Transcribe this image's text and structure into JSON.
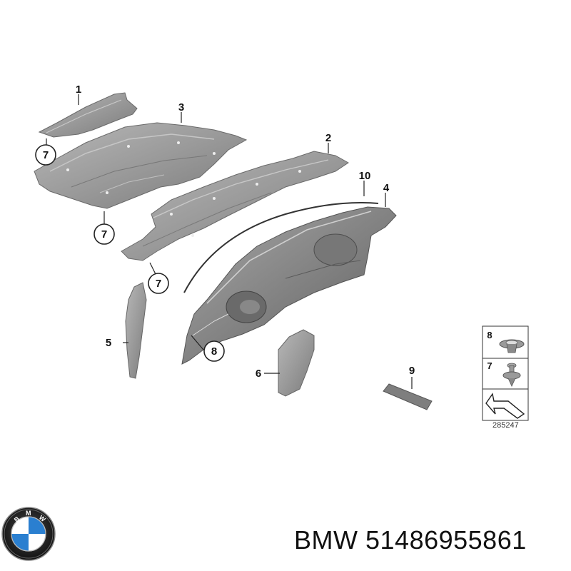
{
  "diagram": {
    "callouts": {
      "c1": "1",
      "c2": "2",
      "c3": "3",
      "c4": "4",
      "c5": "5",
      "c6": "6",
      "c7a": "7",
      "c7b": "7",
      "c7c": "7",
      "c8": "8",
      "c9": "9",
      "c10": "10"
    },
    "legend": {
      "item_8_label": "8",
      "item_7_label": "7"
    },
    "reference_number": "285247"
  },
  "footer": {
    "brand": "BMW",
    "part_number": "51486955861"
  },
  "colors": {
    "part_fill": "#9a9a9a",
    "part_dark": "#6e6e6e",
    "part_light": "#c4c4c4",
    "line": "#222222"
  },
  "icons": [
    "bmw-logo-icon",
    "arrow-icon"
  ]
}
